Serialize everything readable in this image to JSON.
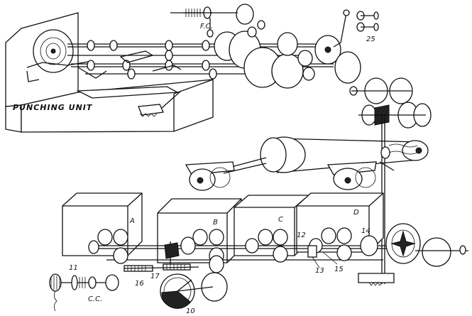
{
  "diagram": {
    "labels": {
      "punching_unit": "PUNCHING UNIT",
      "fc": "F.C.",
      "n25": "25",
      "a": "A",
      "b": "B",
      "c": "C",
      "d": "D",
      "n12": "12",
      "n13": "13",
      "n14": "14",
      "n15": "15",
      "n16": "16",
      "n17": "17",
      "n11": "11",
      "cc": "C.C.",
      "n10": "10"
    }
  }
}
